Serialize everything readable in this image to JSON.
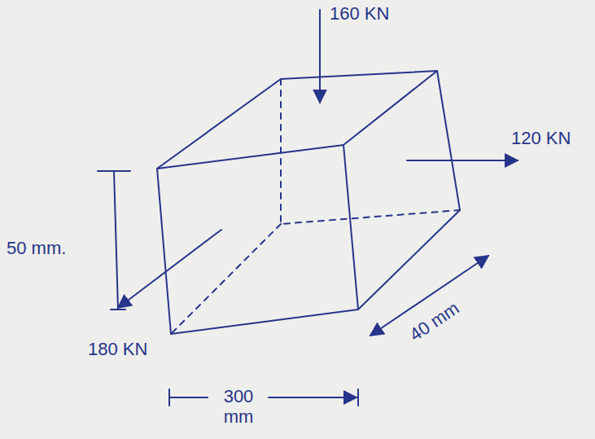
{
  "diagram": {
    "labels": [
      "160 KN",
      "120 KN",
      "50 mm.",
      "180 KN",
      "300 mm",
      "40 mm"
    ]
  }
}
